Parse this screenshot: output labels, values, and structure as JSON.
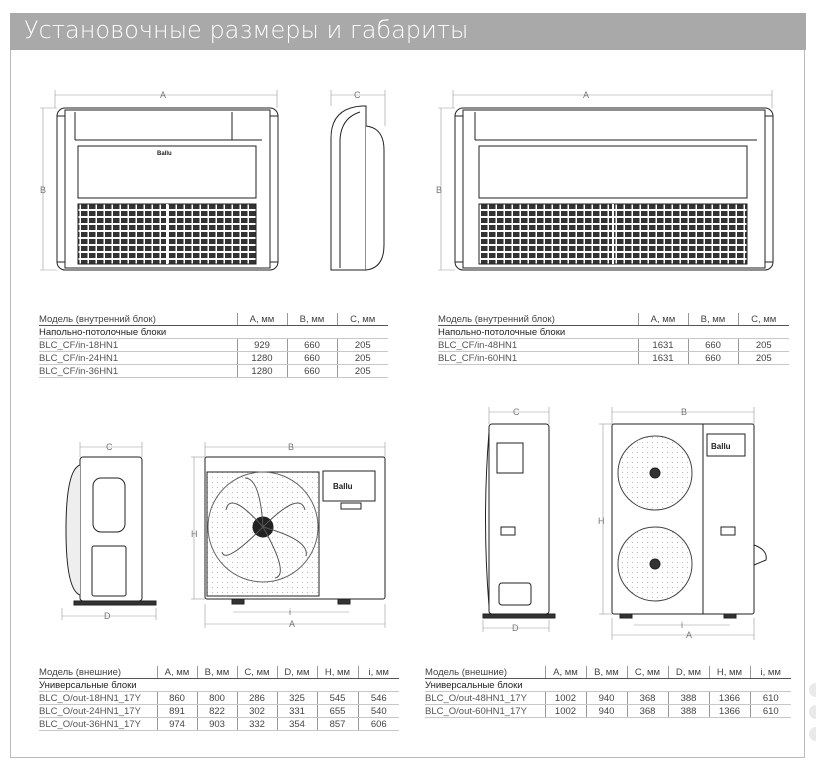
{
  "header": {
    "title": "Установочные размеры и габариты"
  },
  "brand": "Ballu",
  "dims": {
    "A": "A",
    "B": "B",
    "C": "C",
    "D": "D",
    "H": "H",
    "i": "i"
  },
  "table1": {
    "headers": [
      "Модель (внутренний блок)",
      "A, мм",
      "B, мм",
      "C, мм"
    ],
    "group": "Напольно-потолочные блоки",
    "rows": [
      [
        "BLC_CF/in-18HN1",
        "929",
        "660",
        "205"
      ],
      [
        "BLC_CF/in-24HN1",
        "1280",
        "660",
        "205"
      ],
      [
        "BLC_CF/in-36HN1",
        "1280",
        "660",
        "205"
      ]
    ]
  },
  "table2": {
    "headers": [
      "Модель (внутренний блок)",
      "A, мм",
      "B, мм",
      "C, мм"
    ],
    "group": "Напольно-потолочные блоки",
    "rows": [
      [
        "BLC_CF/in-48HN1",
        "1631",
        "660",
        "205"
      ],
      [
        "BLC_CF/in-60HN1",
        "1631",
        "660",
        "205"
      ]
    ]
  },
  "table3": {
    "headers": [
      "Модель (внешние)",
      "A, мм",
      "B, мм",
      "C, мм",
      "D, мм",
      "H, мм",
      "i, мм"
    ],
    "group": "Универсальные блоки",
    "rows": [
      [
        "BLC_O/out-18HN1_17Y",
        "860",
        "800",
        "286",
        "325",
        "545",
        "546"
      ],
      [
        "BLC_O/out-24HN1_17Y",
        "891",
        "822",
        "302",
        "331",
        "655",
        "540"
      ],
      [
        "BLC_O/out-36HN1_17Y",
        "974",
        "903",
        "332",
        "354",
        "857",
        "606"
      ]
    ]
  },
  "table4": {
    "headers": [
      "Модель (внешние)",
      "A, мм",
      "B, мм",
      "C, мм",
      "D, мм",
      "H, мм",
      "i, мм"
    ],
    "group": "Универсальные блоки",
    "rows": [
      [
        "BLC_O/out-48HN1_17Y",
        "1002",
        "940",
        "368",
        "388",
        "1366",
        "610"
      ],
      [
        "BLC_O/out-60HN1_17Y",
        "1002",
        "940",
        "368",
        "388",
        "1366",
        "610"
      ]
    ]
  }
}
